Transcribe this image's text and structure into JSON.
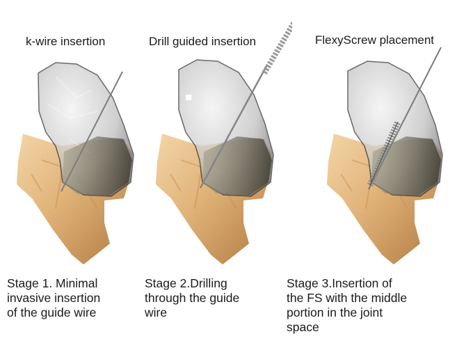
{
  "colors": {
    "bone_light": "#ecc996",
    "bone_mid": "#d6a061",
    "bone_dark": "#a86f36",
    "cartilage": "#c7c7c7",
    "cartilage_dark": "#3c3c3c",
    "wire": "#7d7d7d"
  },
  "stages": [
    {
      "title": "k-wire insertion",
      "caption_lines": [
        "Stage 1. Minimal",
        "invasive insertion",
        "of the  guide wire"
      ]
    },
    {
      "title": "Drill guided insertion",
      "caption_lines": [
        "Stage 2.Drilling",
        "through the guide",
        "wire"
      ]
    },
    {
      "title": "FlexyScrew placement",
      "caption_lines": [
        "Stage 3.Insertion of",
        "the FS with the middle",
        "portion in the joint",
        "space"
      ]
    }
  ]
}
